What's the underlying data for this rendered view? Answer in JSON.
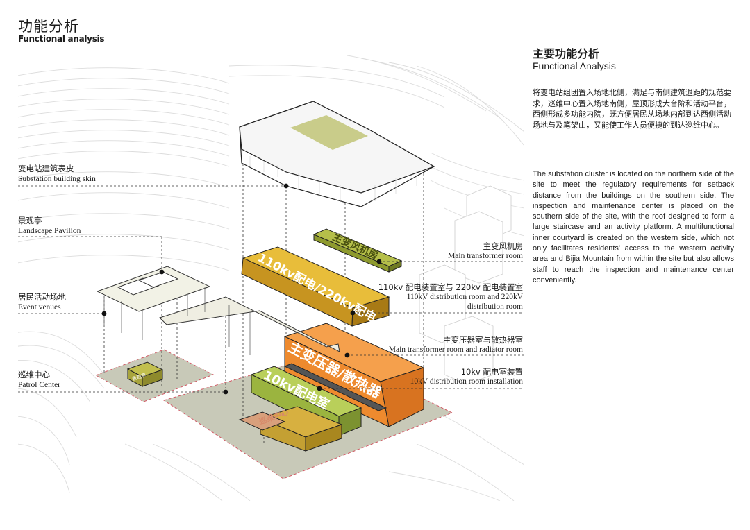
{
  "header": {
    "title_cn": "功能分析",
    "title_en": "Functional analysis"
  },
  "right_panel": {
    "title_cn": "主要功能分析",
    "title_en": "Functional Analysis",
    "desc_cn": "将变电站组团置入场地北侧，满足与南侧建筑退距的规范要求，巡维中心置入场地南侧，屋顶形成大台阶和活动平台，西侧形成多功能内院，既方便居民从场地内部到达西侧活动场地与及笔架山，又能使工作人员便捷的到达巡维中心。",
    "desc_en": "The substation cluster is located on the northern side of the site to meet the regulatory requirements for setback distance from the buildings on the southern side. The inspection and maintenance center is placed on the southern side of the site, with the roof designed to form a large staircase and an activity platform. A multifunctional inner courtyard is created on the western side, which not only facilitates residents' access to the western activity area and Bijia Mountain from within the site but also allows staff to reach the inspection and maintenance center conveniently."
  },
  "labels_left": [
    {
      "cn": "变电站建筑表皮",
      "en": "Substation building skin"
    },
    {
      "cn": "景观亭",
      "en": "Landscape Pavilion"
    },
    {
      "cn": "居民活动场地",
      "en": "Event venues"
    },
    {
      "cn": "巡维中心",
      "en": "Patrol Center"
    }
  ],
  "labels_right": [
    {
      "cn": "主变风机房",
      "en": "Main transformer room"
    },
    {
      "cn": "110kv 配电装置室与 220kv 配电装置室",
      "en": "110kV distribution room and 220kV",
      "en2": "distribution room"
    },
    {
      "cn": "主变压器室与散热器室",
      "en": "Main transformer room and radiator room"
    },
    {
      "cn": "10kv 配电室装置",
      "en": "10kV distribution room installation"
    }
  ],
  "blocks": {
    "fan_room": "主变风机房",
    "dist_110_220": "110kv配电/220kv配电",
    "transformer": "主变压器/散热器",
    "dist_10": "10kv配电室",
    "patrol": "巡维中心",
    "pavilion_box": "景观亭"
  },
  "colors": {
    "yellow": "#d6a92b",
    "orange": "#ee8a2e",
    "green": "#9bb43f",
    "olive": "#9aa23a",
    "site": "#c8c9b8",
    "roof": "#c9cc8a"
  }
}
